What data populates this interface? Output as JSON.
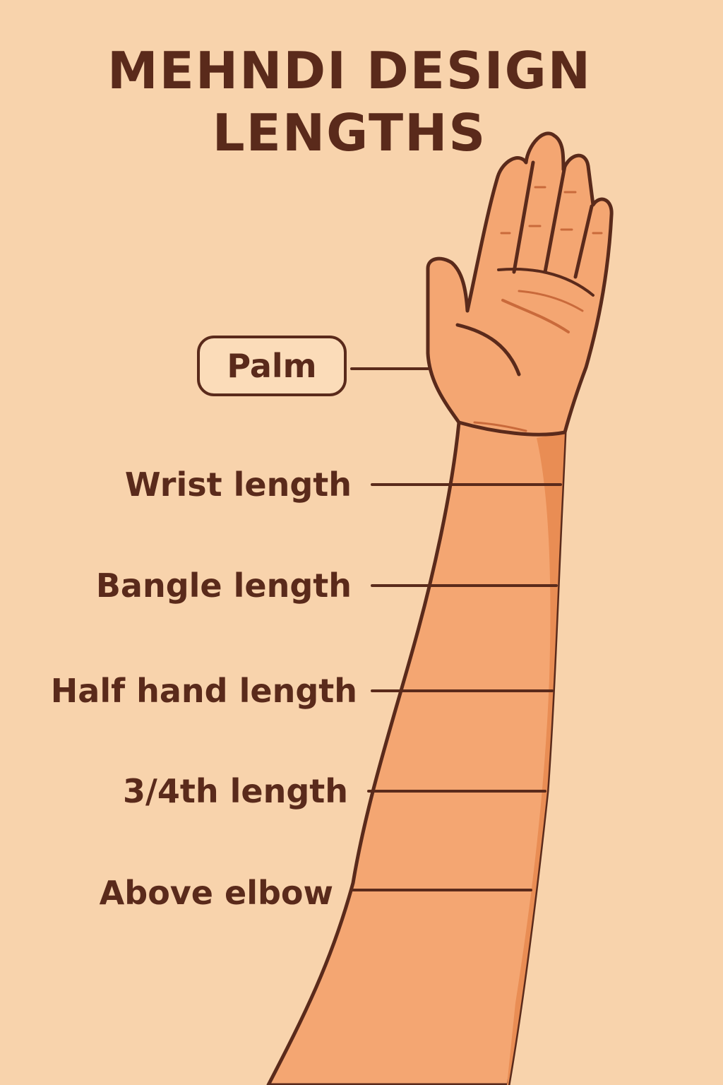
{
  "title": {
    "line1": "MEHNDI DESIGN",
    "line2": "LENGTHS"
  },
  "labels": {
    "palm": "Palm",
    "wrist": "Wrist length",
    "bangle": "Bangle length",
    "half_hand": "Half hand length",
    "three_fourth": "3/4th length",
    "above_elbow": "Above elbow"
  },
  "colors": {
    "background": "#f8d3ac",
    "skin": "#f4a672",
    "skin_shade": "#e98d54",
    "outline": "#5a2a1b"
  }
}
